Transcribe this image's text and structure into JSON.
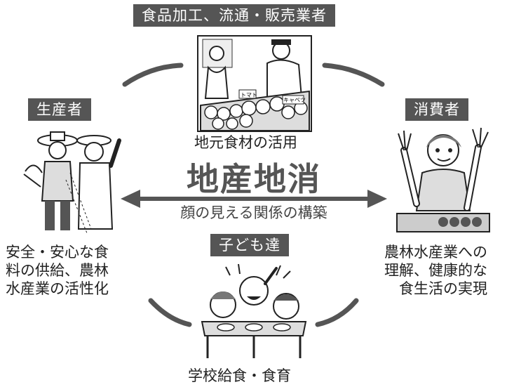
{
  "labels": {
    "top": "食品加工、流通・販売業者",
    "left": "生産者",
    "right": "消費者",
    "bottom": "子ども達"
  },
  "captions": {
    "top": "地元食材の活用",
    "bottom": "学校給食・食育",
    "left_lines": [
      "安全・安心な食",
      "料の供給、農林",
      "水産業の活性化"
    ],
    "right_lines": [
      "農林水産業への",
      "理解、健康的な",
      "食生活の実現"
    ]
  },
  "center": {
    "title": "地産地消",
    "subtitle": "顔の見える関係の構築"
  },
  "illustration_texts": {
    "sign_tomato": "トマト",
    "sign_cabbage": "キャベツ"
  }
}
